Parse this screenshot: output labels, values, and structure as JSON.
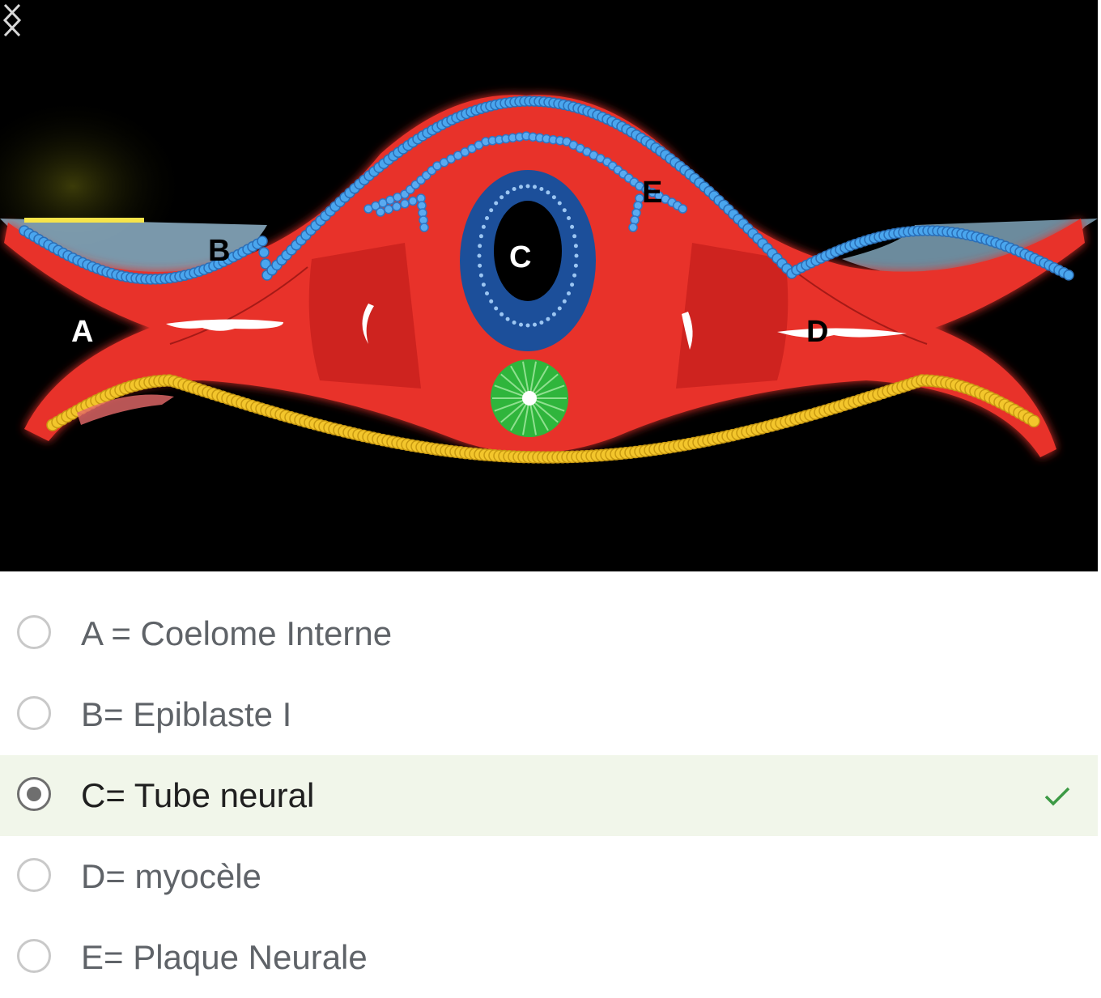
{
  "figure": {
    "labels": {
      "a": "A",
      "b": "B",
      "c": "C",
      "d": "D",
      "e": "E"
    },
    "icons": {
      "prev": "chevron-left-icon",
      "next": "chevron-right-icon"
    },
    "colors": {
      "background": "#000000",
      "tissue": "#e8302a",
      "epiblast": "#4aa6ee",
      "endoderm": "#f3c62c",
      "notochord": "#2fb53c",
      "neural_tube": "#1c4f9a"
    }
  },
  "options": [
    {
      "label": "A = Coelome Interne",
      "selected": false
    },
    {
      "label": "B= Epiblaste I",
      "selected": false
    },
    {
      "label": "C= Tube neural",
      "selected": true,
      "correct": true
    },
    {
      "label": "D= myocèle",
      "selected": false
    },
    {
      "label": "E= Plaque Neurale",
      "selected": false
    }
  ],
  "colors": {
    "selected_row": "#f1f6ea",
    "check": "#3c9a45",
    "text": "#5f6368"
  }
}
